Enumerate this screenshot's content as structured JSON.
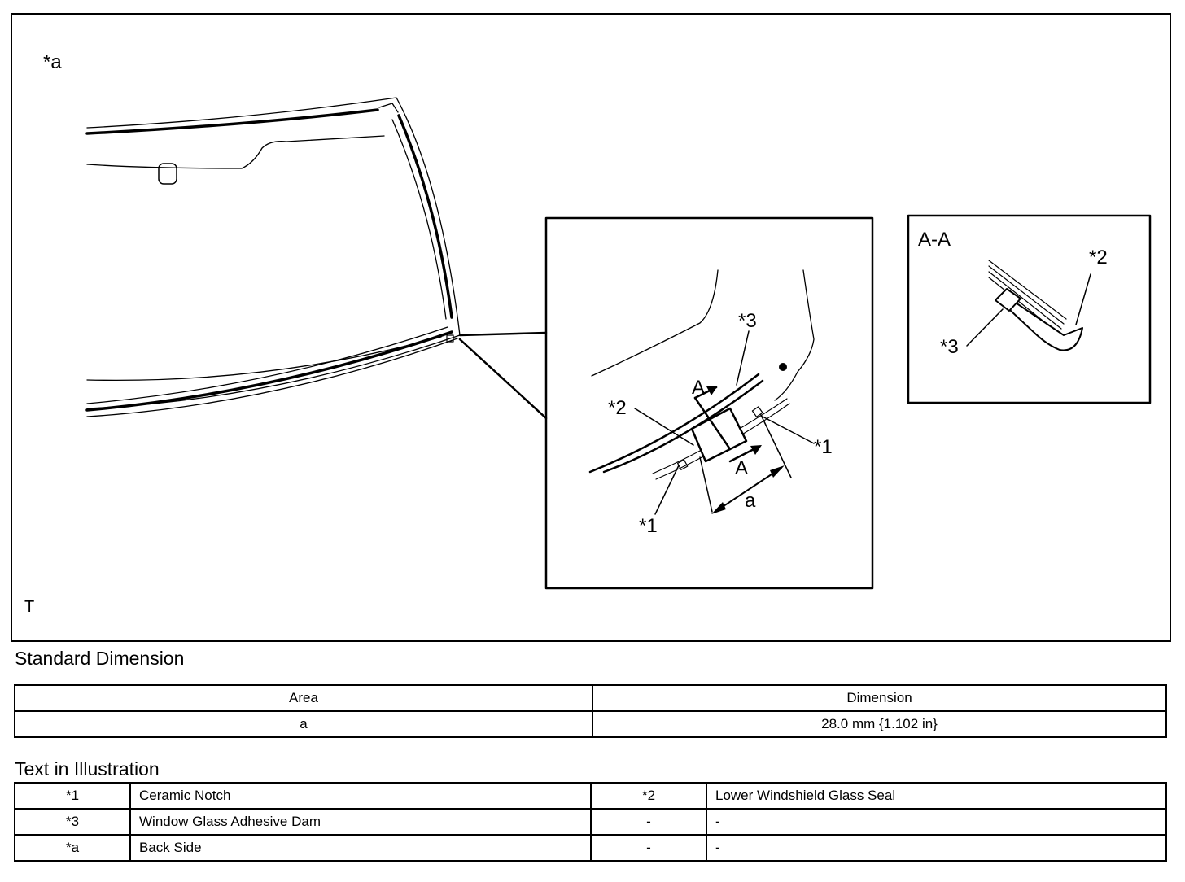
{
  "illustration": {
    "view_label": "*a",
    "corner_code": "T",
    "section_label": "A-A",
    "callouts": {
      "c1_upper": "*1",
      "c1_lower": "*1",
      "c2_detail": "*2",
      "c3_detail": "*3",
      "c2_section": "*2",
      "c3_section": "*3",
      "arrow_a_top": "A",
      "arrow_a_bottom": "A",
      "dim_a": "a"
    }
  },
  "standard_dimension": {
    "heading": "Standard Dimension",
    "headers": {
      "area": "Area",
      "dimension": "Dimension"
    },
    "rows": [
      {
        "area": "a",
        "dimension": "28.0 mm {1.102 in}"
      }
    ]
  },
  "text_in_illustration": {
    "heading": "Text in Illustration",
    "rows": [
      {
        "code1": "*1",
        "label1": "Ceramic Notch",
        "code2": "*2",
        "label2": "Lower Windshield Glass Seal"
      },
      {
        "code1": "*3",
        "label1": "Window Glass Adhesive Dam",
        "code2": "-",
        "label2": "-"
      },
      {
        "code1": "*a",
        "label1": "Back Side",
        "code2": "-",
        "label2": "-"
      }
    ]
  }
}
